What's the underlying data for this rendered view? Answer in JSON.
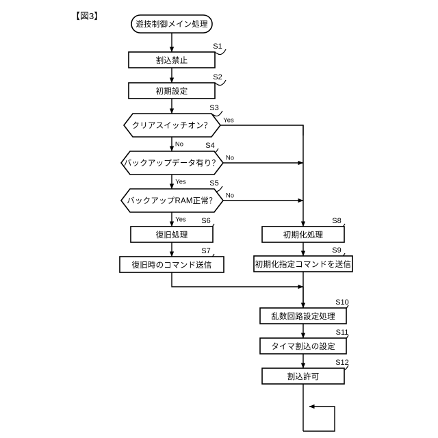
{
  "figure": {
    "title": "【図3】"
  },
  "nodes": {
    "start": {
      "label": "遊技制御メイン処理",
      "shape": "terminator"
    },
    "s1": {
      "label": "割込禁止",
      "step": "S1",
      "shape": "process"
    },
    "s2": {
      "label": "初期設定",
      "step": "S2",
      "shape": "process"
    },
    "s3": {
      "label": "クリアスイッチオン？",
      "step": "S3",
      "shape": "decision"
    },
    "s4": {
      "label": "バックアップデータ有り？",
      "step": "S4",
      "shape": "decision"
    },
    "s5": {
      "label": "バックアップRAM正常？",
      "step": "S5",
      "shape": "decision"
    },
    "s6": {
      "label": "復旧処理",
      "step": "S6",
      "shape": "process"
    },
    "s7": {
      "label": "復旧時のコマンド送信",
      "step": "S7",
      "shape": "process"
    },
    "s8": {
      "label": "初期化処理",
      "step": "S8",
      "shape": "process"
    },
    "s9": {
      "label": "初期化指定コマンドを送信",
      "step": "S9",
      "shape": "process"
    },
    "s10": {
      "label": "乱数回路設定処理",
      "step": "S10",
      "shape": "process"
    },
    "s11": {
      "label": "タイマ割込の設定",
      "step": "S11",
      "shape": "process"
    },
    "s12": {
      "label": "割込許可",
      "step": "S12",
      "shape": "process"
    }
  },
  "branch_labels": {
    "s3_yes": "Yes",
    "s3_no": "No",
    "s4_no": "No",
    "s4_yes": "Yes",
    "s5_no": "No",
    "s5_yes": "Yes"
  },
  "style": {
    "stroke": "#000000",
    "fill": "#ffffff",
    "stroke_width": 1.4
  }
}
